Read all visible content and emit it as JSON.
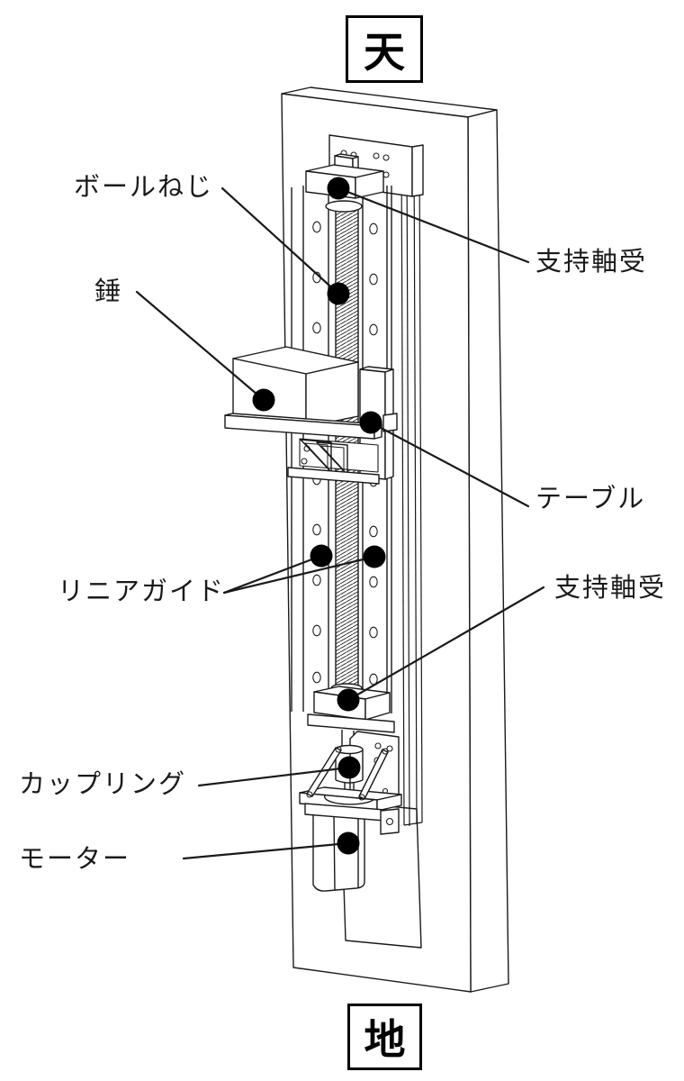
{
  "orientation_markers": {
    "top": "天",
    "bottom": "地"
  },
  "part_labels": {
    "ball_screw": "ボールねじ",
    "support_bearing_top": "支持軸受",
    "weight": "錘",
    "table": "テーブル",
    "linear_guide": "リニアガイド",
    "support_bearing_bottom": "支持軸受",
    "coupling": "カップリング",
    "motor": "モーター"
  },
  "colors": {
    "line": "#1a1a1a",
    "background": "#ffffff",
    "callout_dot": "#000000"
  }
}
